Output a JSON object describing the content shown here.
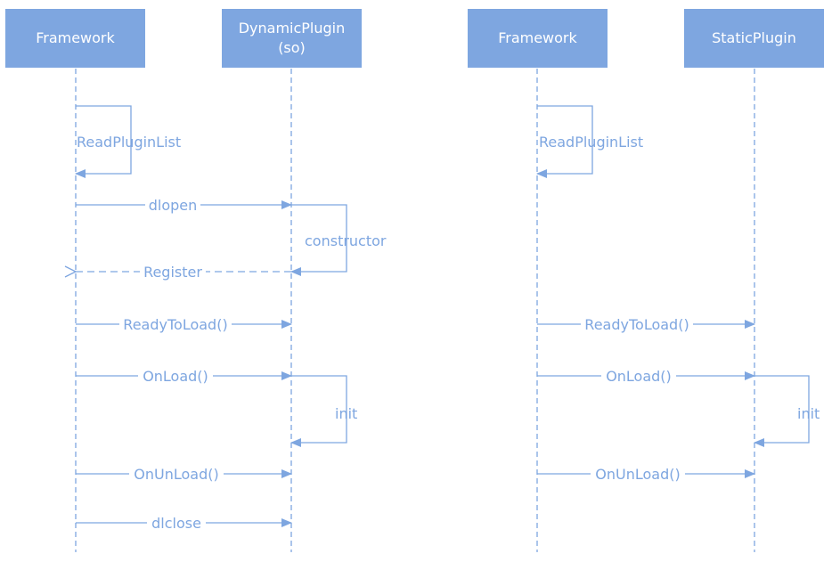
{
  "colors": {
    "accent": "#7ea6e0",
    "background": "#ffffff"
  },
  "left_diagram": {
    "actors": [
      {
        "label": "Framework"
      },
      {
        "label": "DynamicPlugin\n(so)"
      }
    ],
    "messages": {
      "read_plugin_list": "ReadPluginList",
      "dlopen": "dlopen",
      "constructor": "constructor",
      "register": "Register",
      "ready_to_load": "ReadyToLoad()",
      "on_load": "OnLoad()",
      "init": "init",
      "on_unload": "OnUnLoad()",
      "dlclose": "dlclose"
    }
  },
  "right_diagram": {
    "actors": [
      {
        "label": "Framework"
      },
      {
        "label": "StaticPlugin"
      }
    ],
    "messages": {
      "read_plugin_list": "ReadPluginList",
      "ready_to_load": "ReadyToLoad()",
      "on_load": "OnLoad()",
      "init": "init",
      "on_unload": "OnUnLoad()"
    }
  }
}
